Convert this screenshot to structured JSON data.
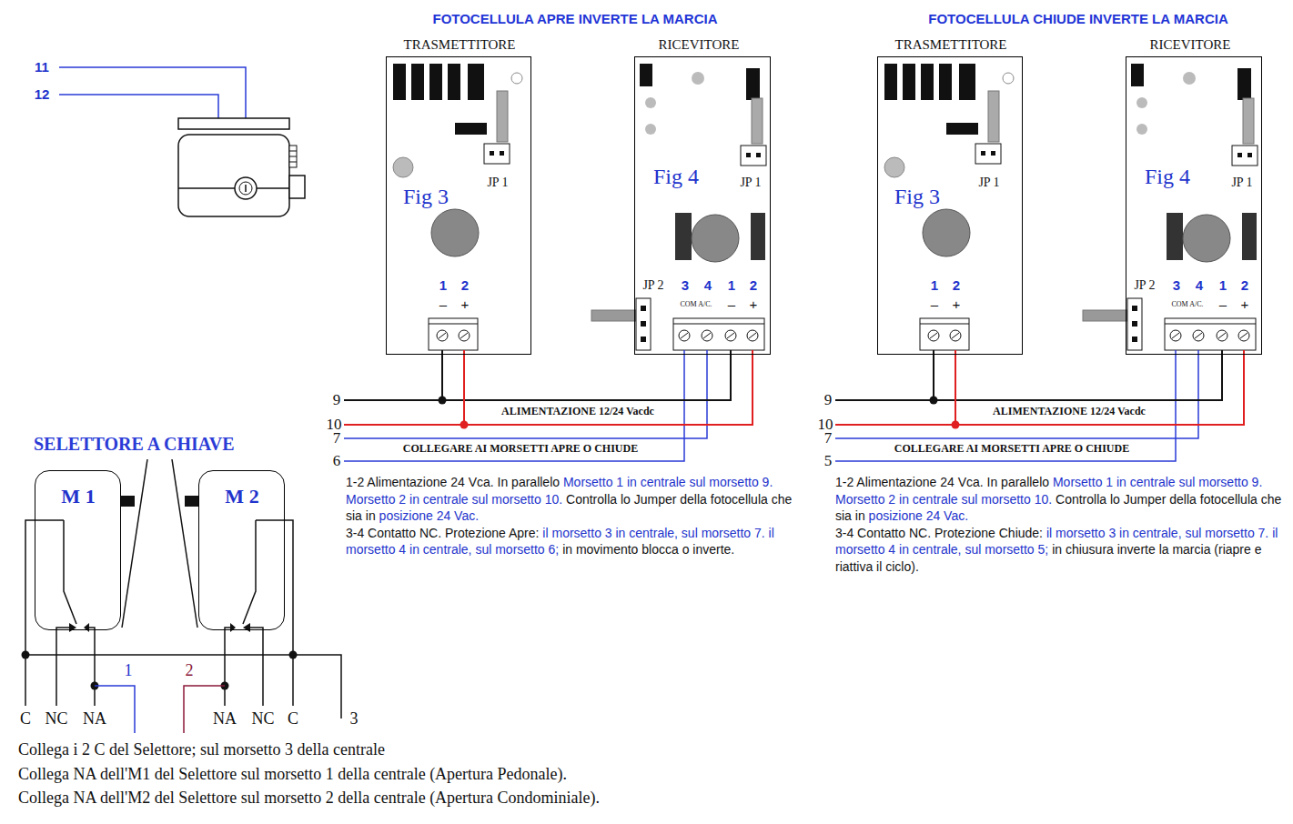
{
  "diagram": {
    "nodes": [
      {
        "text": [
          "TRASMETTITORE",
          "Fig 3",
          "JP 1",
          "1",
          "2",
          "–",
          "+"
        ]
      },
      {
        "text": [
          "RICEVITORE",
          "Fig 4",
          "JP 1",
          "JP 2",
          "3",
          "4",
          "1",
          "2",
          "COM A/C.",
          "–",
          "+"
        ]
      },
      {
        "text": [
          "TRASMETTITORE",
          "Fig 3",
          "JP 1",
          "1",
          "2",
          "–",
          "+"
        ]
      },
      {
        "text": [
          "RICEVITORE",
          "Fig 4",
          "JP 1",
          "JP 2",
          "3",
          "4",
          "1",
          "2",
          "COM A/C.",
          "–",
          "+"
        ]
      },
      {
        "text": [
          "M 1"
        ]
      },
      {
        "text": [
          "M 2"
        ]
      }
    ],
    "edges": [
      {
        "from": 0,
        "to": 1,
        "arrow": "none"
      },
      {
        "from": 0,
        "to": 1,
        "arrow": "none"
      },
      {
        "from": 2,
        "to": 3,
        "arrow": "none"
      },
      {
        "from": 2,
        "to": 3,
        "arrow": "none"
      },
      {
        "from": 4,
        "to": 5,
        "arrow": "none"
      }
    ],
    "labels": [
      "11",
      "12",
      "FOTOCELLULA APRE INVERTE LA MARCIA",
      "9",
      "10",
      "7",
      "6",
      "ALIMENTAZIONE 12/24 Vacdc",
      "COLLEGARE AI MORSETTI APRE O CHIUDE",
      "1-2 Alimentazione 24 Vca. In parallelo",
      "Morsetto 1 in centrale sul morsetto 9. Morsetto 2 in centrale sul morsetto 10.",
      "Controlla lo Jumper della fotocellula che sia in",
      "posizione 24 Vac.",
      "3-4 Contatto NC. Protezione Apre:",
      "il morsetto 3 in centrale, sul morsetto 7. il morsetto 4 in centrale, sul morsetto 6;",
      "in movimento blocca o inverte.",
      "FOTOCELLULA CHIUDE INVERTE LA MARCIA",
      "9",
      "10",
      "7",
      "5",
      "ALIMENTAZIONE 12/24 Vacdc",
      "COLLEGARE AI MORSETTI APRE O CHIUDE",
      "1-2 Alimentazione 24 Vca. In parallelo",
      "Morsetto 1 in centrale sul morsetto 9. Morsetto 2 in centrale sul morsetto 10.",
      "Controlla lo Jumper della fotocellula che sia in",
      "posizione 24 Vac.",
      "3-4 Contatto NC. Protezione Chiude:",
      "il morsetto 3 in centrale, sul morsetto 7. il morsetto 4 in centrale, sul morsetto 5;",
      "in chiusura inverte la marcia (riapre e riattiva il ciclo).",
      "SELETTORE A CHIAVE",
      "1",
      "2",
      "C",
      "NC",
      "NA",
      "NA",
      "NC",
      "C",
      "3",
      "Collega i 2 C del Selettore; sul morsetto 3 della centrale",
      "Collega NA dell'M1 del Selettore sul morsetto 1 della centrale (Apertura Pedonale).",
      "Collega NA dell'M2 del Selettore sul morsetto 2 della centrale (Apertura Condominiale)."
    ]
  }
}
